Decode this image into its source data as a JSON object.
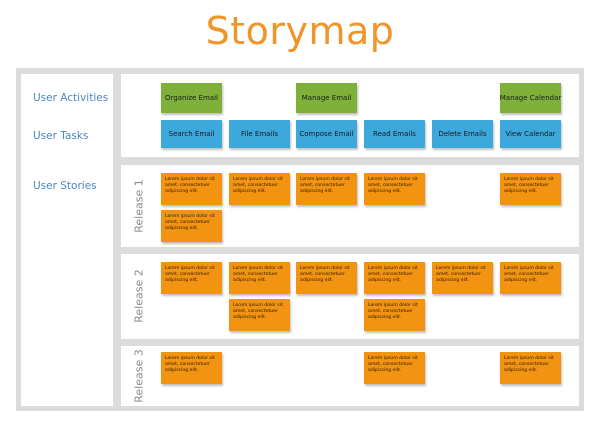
{
  "title": "Storymap",
  "side_labels": {
    "activities": "User Activities",
    "tasks": "User Tasks",
    "stories": "User Stories"
  },
  "activities": [
    "Organize Email",
    "Manage Email",
    "Manage Calendar"
  ],
  "tasks": [
    "Search Email",
    "File Emails",
    "Compose Email",
    "Read Emails",
    "Delete Emails",
    "View Calendar"
  ],
  "releases": [
    {
      "label": "Release 1",
      "columns": [
        [
          "Lorem ipsum dolor sit amet, consectetuer adipiscing elit.",
          "Lorem ipsum dolor sit amet, consectetuer adipiscing elit."
        ],
        [
          "Lorem ipsum dolor sit amet, consectetuer adipiscing elit."
        ],
        [
          "Lorem ipsum dolor sit amet, consectetuer adipiscing elit."
        ],
        [
          "Lorem ipsum dolor sit amet, consectetuer adipiscing elit."
        ],
        [],
        [
          "Lorem ipsum dolor sit amet, consectetuer adipiscing elit."
        ]
      ]
    },
    {
      "label": "Release 2",
      "columns": [
        [
          "Lorem ipsum dolor sit amet, consectetuer adipiscing elit."
        ],
        [
          "Lorem ipsum dolor sit amet, consectetuer adipiscing elit.",
          "Lorem ipsum dolor sit amet, consectetuer adipiscing elit."
        ],
        [
          "Lorem ipsum dolor sit amet, consectetuer adipiscing elit."
        ],
        [
          "Lorem ipsum dolor sit amet, consectetuer adipiscing elit.",
          "Lorem ipsum dolor sit amet, consectetuer adipiscing elit."
        ],
        [
          "Lorem ipsum dolor sit amet, consectetuer adipiscing elit."
        ],
        [
          "Lorem ipsum dolor sit amet, consectetuer adipiscing elit."
        ]
      ]
    },
    {
      "label": "Release 3",
      "columns": [
        [
          "Lorem ipsum dolor sit amet, consectetuer adipiscing elit."
        ],
        [],
        [],
        [
          "Lorem ipsum dolor sit amet, consectetuer adipiscing elit."
        ],
        [],
        [
          "Lorem ipsum dolor sit amet, consectetuer adipiscing elit."
        ]
      ]
    }
  ],
  "colors": {
    "title": "#f0952a",
    "activity": "#7fb13a",
    "task": "#3da8dc",
    "story": "#f39312",
    "side_label": "#4a86c6",
    "frame": "#dcdcdc"
  }
}
